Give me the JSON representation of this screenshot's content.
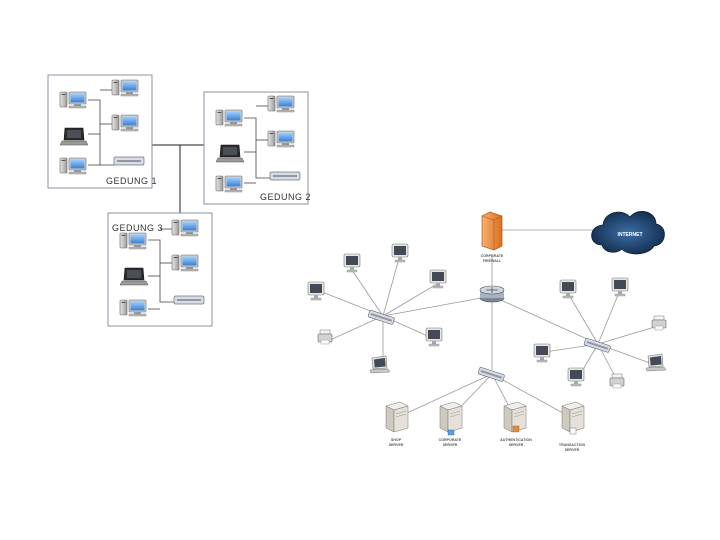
{
  "buildings": [
    {
      "id": "b1",
      "label": "GEDUNG 1"
    },
    {
      "id": "b2",
      "label": "GEDUNG 2"
    },
    {
      "id": "b3",
      "label": "GEDUNG 3"
    }
  ],
  "network": {
    "firewall_label": [
      "CORPORATE",
      "FIREWALL"
    ],
    "cloud_label": "INTERNET",
    "servers": [
      {
        "label": [
          "SHOP",
          "SERVER"
        ]
      },
      {
        "label": [
          "CORPORATE",
          "SERVER"
        ]
      },
      {
        "label": [
          "AUTHENTICATION",
          "SERVER"
        ]
      },
      {
        "label": [
          "TRANSACTION",
          "SERVER"
        ]
      }
    ]
  },
  "colors": {
    "panel_border": "#8a93a5",
    "link": "#9a9a9a",
    "firewall": "#e8893a",
    "cloud": "#1e3f6b",
    "screen": "#5aa0e0"
  }
}
